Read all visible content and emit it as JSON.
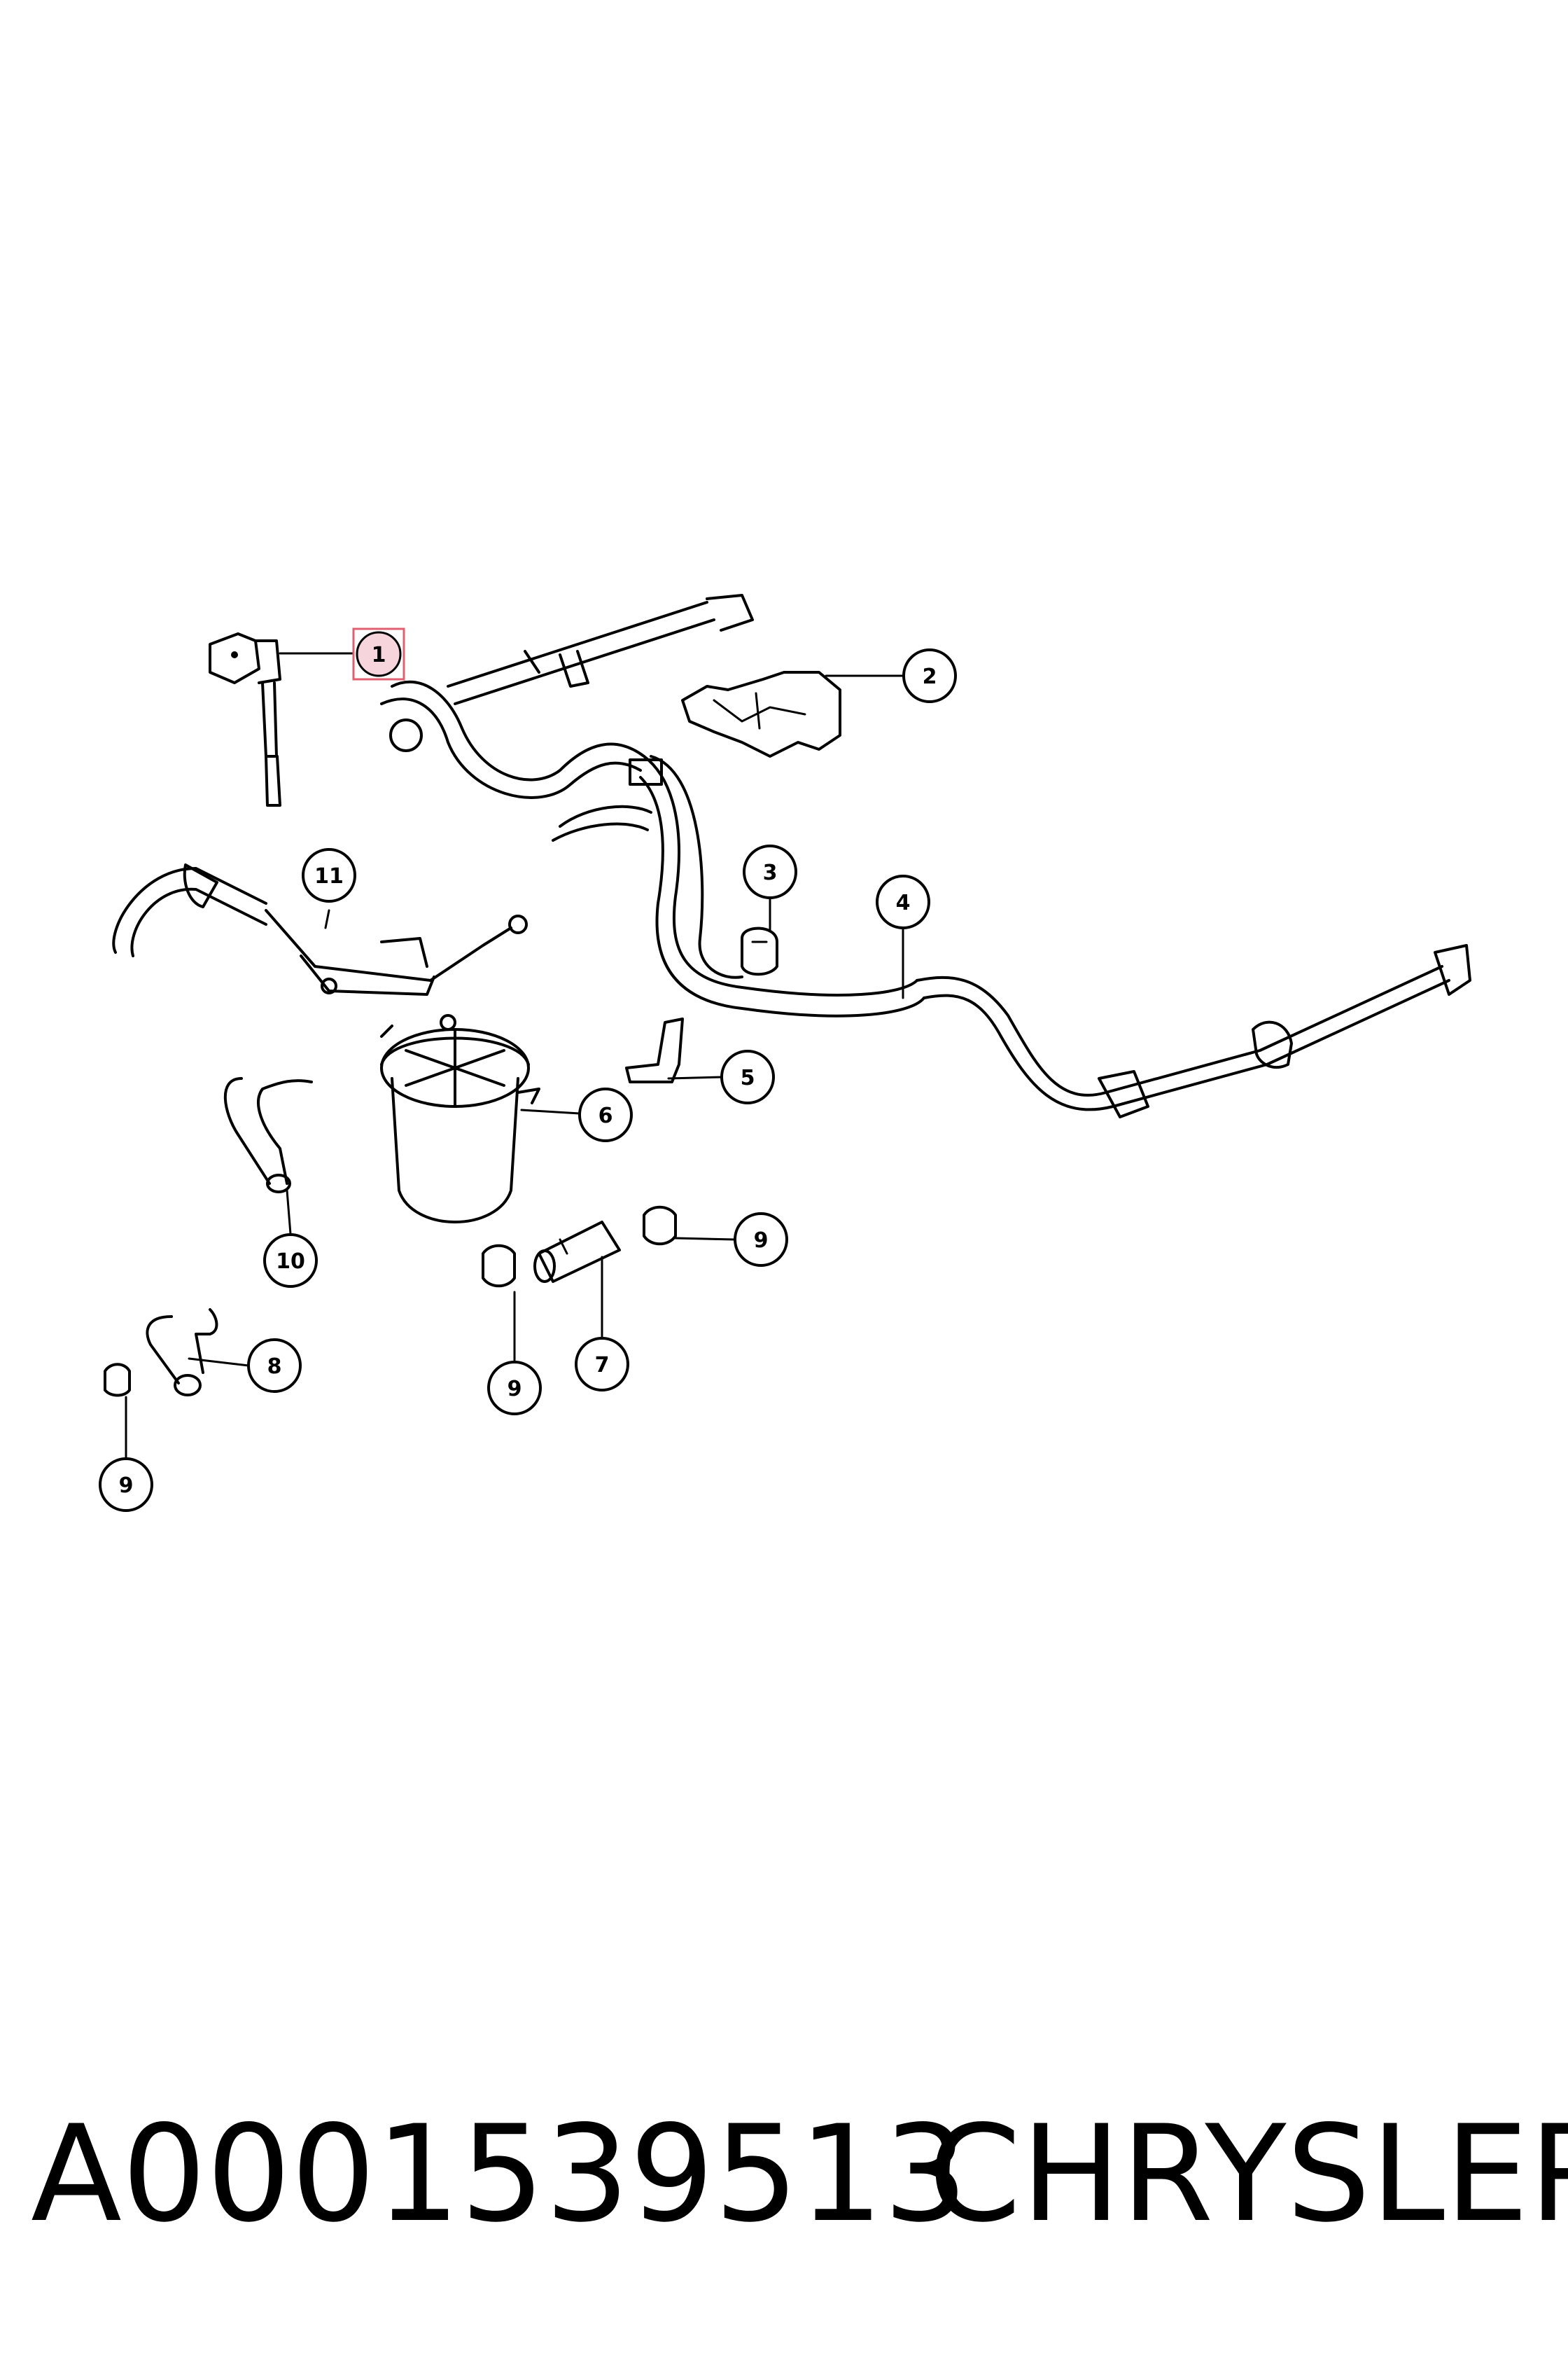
{
  "caption": {
    "part_number": "A0001539513",
    "brand": "CHRYSLER"
  },
  "callouts": [
    {
      "id": "c1",
      "label": "1",
      "highlighted": true
    },
    {
      "id": "c2",
      "label": "2"
    },
    {
      "id": "c3",
      "label": "3"
    },
    {
      "id": "c4",
      "label": "4"
    },
    {
      "id": "c5",
      "label": "5"
    },
    {
      "id": "c6",
      "label": "6"
    },
    {
      "id": "c7",
      "label": "7"
    },
    {
      "id": "c8",
      "label": "8"
    },
    {
      "id": "c9a",
      "label": "9"
    },
    {
      "id": "c9b",
      "label": "9"
    },
    {
      "id": "c9c",
      "label": "9"
    },
    {
      "id": "c10",
      "label": "10"
    },
    {
      "id": "c11",
      "label": "11"
    }
  ],
  "colors": {
    "highlight_fill": "#f6d5dc",
    "highlight_stroke": "#e06070",
    "ink": "#000000"
  }
}
